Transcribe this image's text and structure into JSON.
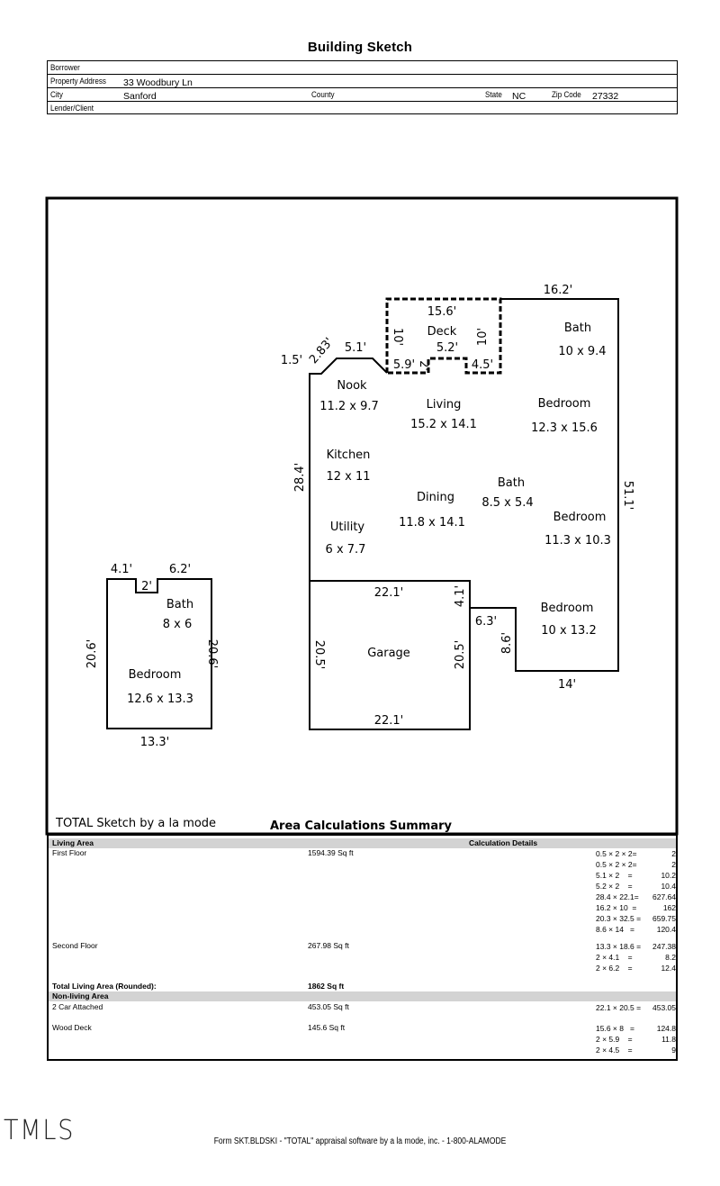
{
  "title": "Building Sketch",
  "header": {
    "borrower_label": "Borrower",
    "address_label": "Property Address",
    "address": "33 Woodbury Ln",
    "city_label": "City",
    "city": "Sanford",
    "county_label": "County",
    "state_label": "State",
    "state": "NC",
    "zip_label": "Zip Code",
    "zip": "27332",
    "lender_label": "Lender/Client"
  },
  "sketch": {
    "deck": {
      "name": "Deck",
      "top": "15.6'",
      "left": "10'",
      "right": "10'",
      "mid": "5.2'",
      "bl": "5.9'",
      "br": "4.5'",
      "step": "2'"
    },
    "dims": {
      "d16_2": "16.2'",
      "d1_5": "1.5'",
      "d2_83": "2.83'",
      "d5_1": "5.1'",
      "d28_4": "28.4'",
      "d51_1": "51.1'",
      "d14": "14'",
      "d6_3": "6.3'",
      "d8_6": "8.6'",
      "d4_1g": "4.1'",
      "g_top": "22.1'",
      "g_bot": "22.1'",
      "g_left": "20.5'",
      "g_right": "20.5'"
    },
    "rooms": [
      {
        "name": "Bath",
        "size": "10 x 9.4"
      },
      {
        "name": "Nook",
        "size": "11.2 x 9.7"
      },
      {
        "name": "Living",
        "size": "15.2 x 14.1"
      },
      {
        "name": "Bedroom",
        "size": "12.3 x 15.6"
      },
      {
        "name": "Kitchen",
        "size": "12 x 11"
      },
      {
        "name": "Dining",
        "size": "11.8 x 14.1"
      },
      {
        "name": "Bath",
        "size": "8.5 x 5.4"
      },
      {
        "name": "Bedroom",
        "size": "11.3 x 10.3"
      },
      {
        "name": "Utility",
        "size": "6 x 7.7"
      },
      {
        "name": "Garage",
        "size": ""
      },
      {
        "name": "Bedroom",
        "size": "10 x 13.2"
      },
      {
        "name": "Bath",
        "size": "8 x 6"
      },
      {
        "name": "Bedroom",
        "size": "12.6 x 13.3"
      }
    ],
    "second": {
      "d4_1": "4.1'",
      "d6_2": "6.2'",
      "step": "2'",
      "left": "20.6'",
      "right": "20.6'",
      "bottom": "13.3'"
    },
    "credit": "TOTAL Sketch by a la mode"
  },
  "summary": {
    "title": "Area Calculations Summary",
    "living_label": "Living Area",
    "details_label": "Calculation Details",
    "first_floor": {
      "label": "First Floor",
      "area": "1594.39 Sq ft",
      "calcs": [
        [
          "0.5 × 2 × 2=",
          "2"
        ],
        [
          "0.5 × 2 × 2=",
          "2"
        ],
        [
          "5.1 × 2    =",
          "10.2"
        ],
        [
          "5.2 × 2    =",
          "10.4"
        ],
        [
          "28.4 × 22.1=",
          "627.64"
        ],
        [
          "16.2 × 10  =",
          "162"
        ],
        [
          "20.3 × 32.5 =",
          "659.75"
        ],
        [
          "8.6 × 14   =",
          "120.4"
        ]
      ]
    },
    "second_floor": {
      "label": "Second Floor",
      "area": "267.98 Sq ft",
      "calcs": [
        [
          "13.3 × 18.6 =",
          "247.38"
        ],
        [
          "2 × 4.1    =",
          "8.2"
        ],
        [
          "2 × 6.2    =",
          "12.4"
        ]
      ]
    },
    "total_label": "Total Living Area (Rounded):",
    "total": "1862 Sq ft",
    "nonliving_label": "Non-living Area",
    "garage": {
      "label": "2 Car Attached",
      "area": "453.05 Sq ft",
      "calcs": [
        [
          "22.1 × 20.5 =",
          "453.05"
        ]
      ]
    },
    "deck": {
      "label": "Wood Deck",
      "area": "145.6 Sq ft",
      "calcs": [
        [
          "15.6 × 8   =",
          "124.8"
        ],
        [
          "2 × 5.9    =",
          "11.8"
        ],
        [
          "2 × 4.5    =",
          "9"
        ]
      ]
    }
  },
  "footer": "Form SKT.BLDSKI - \"TOTAL\" appraisal software by a la mode, inc. - 1-800-ALAMODE",
  "logo": "TMLS"
}
